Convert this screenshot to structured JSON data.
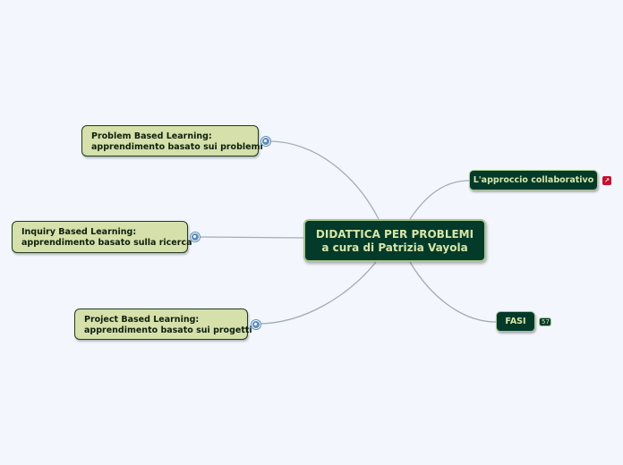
{
  "central": {
    "title_line1": "DIDATTICA PER PROBLEMI",
    "title_line2": "a cura di Patrizia Vayola"
  },
  "left_topics": [
    {
      "line1": "Problem Based Learning:",
      "line2": "apprendimento basato sui problemi"
    },
    {
      "line1": "Inquiry Based Learning:",
      "line2": "apprendimento basato sulla ricerca"
    },
    {
      "line1": "Project Based Learning:",
      "line2": "apprendimento basato sui progetti"
    }
  ],
  "right_topics": [
    {
      "label": "L'approccio collaborativo",
      "badge_icon": "mindmap-link-icon"
    },
    {
      "label": "FASI",
      "badge_count": "57"
    }
  ],
  "colors": {
    "background": "#f3f6fd",
    "central_fill": "#033a2a",
    "central_text": "#d8e6a7",
    "topic_fill": "#d5e0aa",
    "connector": "#a3acb8",
    "expander": "#5e8fba",
    "link_badge": "#c8102e"
  }
}
